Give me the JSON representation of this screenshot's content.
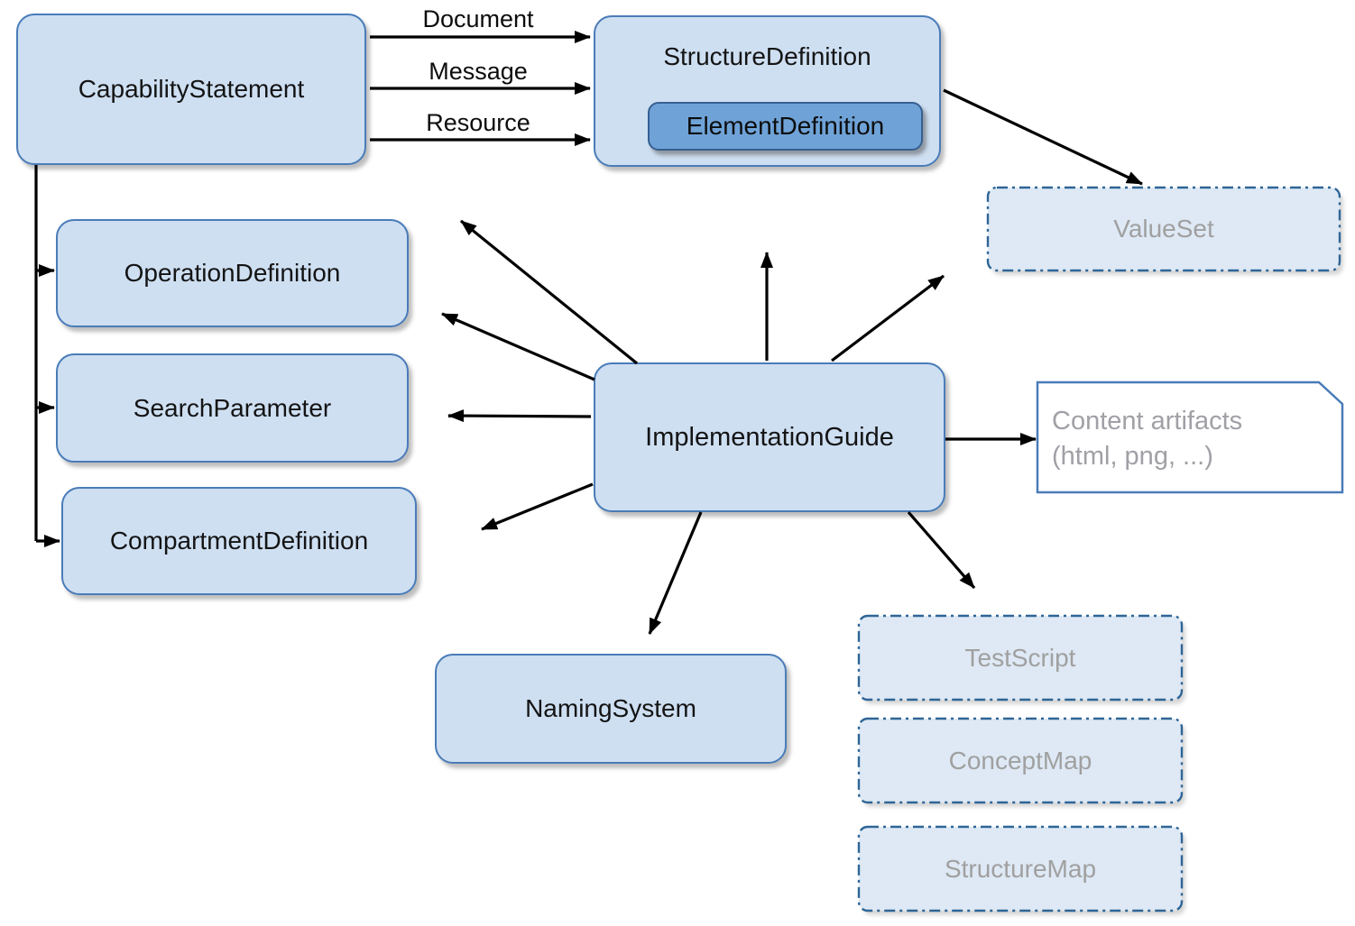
{
  "diagram": {
    "title_hint": "FHIR conformance resources relationship diagram",
    "nodes": {
      "capability_statement": {
        "label": "CapabilityStatement"
      },
      "structure_definition": {
        "label": "StructureDefinition"
      },
      "element_definition": {
        "label": "ElementDefinition"
      },
      "value_set": {
        "label": "ValueSet"
      },
      "operation_definition": {
        "label": "OperationDefinition"
      },
      "search_parameter": {
        "label": "SearchParameter"
      },
      "compartment_definition": {
        "label": "CompartmentDefinition"
      },
      "implementation_guide": {
        "label": "ImplementationGuide"
      },
      "naming_system": {
        "label": "NamingSystem"
      },
      "test_script": {
        "label": "TestScript"
      },
      "concept_map": {
        "label": "ConceptMap"
      },
      "structure_map": {
        "label": "StructureMap"
      },
      "content_artifacts": {
        "label_line1": "Content artifacts",
        "label_line2": "(html, png, ...)"
      }
    },
    "edge_labels": {
      "document": "Document",
      "message": "Message",
      "resource": "Resource"
    },
    "colors": {
      "node_fill": "#CEDFF2",
      "node_border": "#4A7CB8",
      "inner_node_fill": "#6FA3D8",
      "inner_node_border": "#365F91",
      "dashed_fill": "#DEE9F5",
      "dashed_border": "#2E6596",
      "note_fill": "#FFFFFF",
      "note_border": "#4A7CB8",
      "muted_text": "#A0A0A0",
      "text": "#141414",
      "arrow": "#000000"
    }
  }
}
